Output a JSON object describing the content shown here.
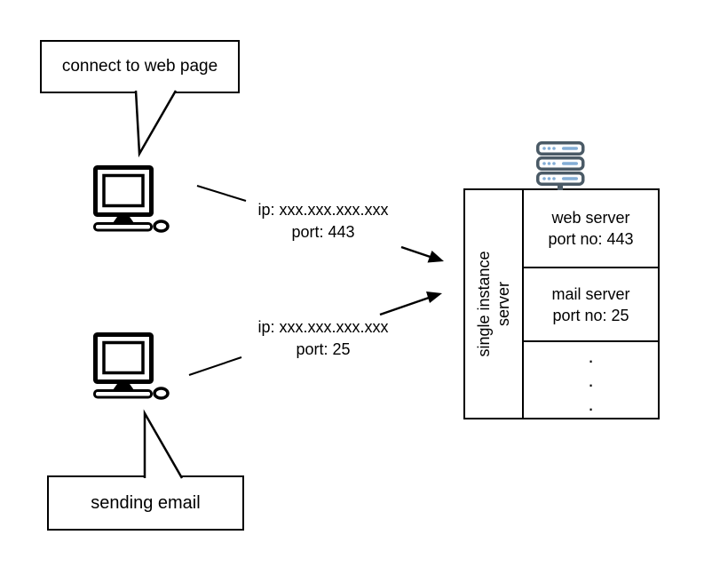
{
  "bubbles": {
    "web_label": "connect to web page",
    "email_label": "sending email"
  },
  "connections": {
    "web": {
      "ip_line": "ip: xxx.xxx.xxx.xxx",
      "port_line": "port: 443"
    },
    "email": {
      "ip_line": "ip: xxx.xxx.xxx.xxx",
      "port_line": "port: 25"
    }
  },
  "server": {
    "label_line1": "single instance",
    "label_line2": "server",
    "cells": [
      {
        "name_line": "web server",
        "port_line": "port no: 443"
      },
      {
        "name_line": "mail server",
        "port_line": "port no: 25"
      }
    ],
    "dots": [
      ".",
      ".",
      "."
    ]
  },
  "icons": {
    "client_web": "desktop-computer-icon",
    "client_email": "desktop-computer-icon",
    "server_top": "server-rack-icon"
  },
  "colors": {
    "stroke": "#000000",
    "rack_outline": "#4a5a66",
    "rack_accent": "#84aed6"
  }
}
